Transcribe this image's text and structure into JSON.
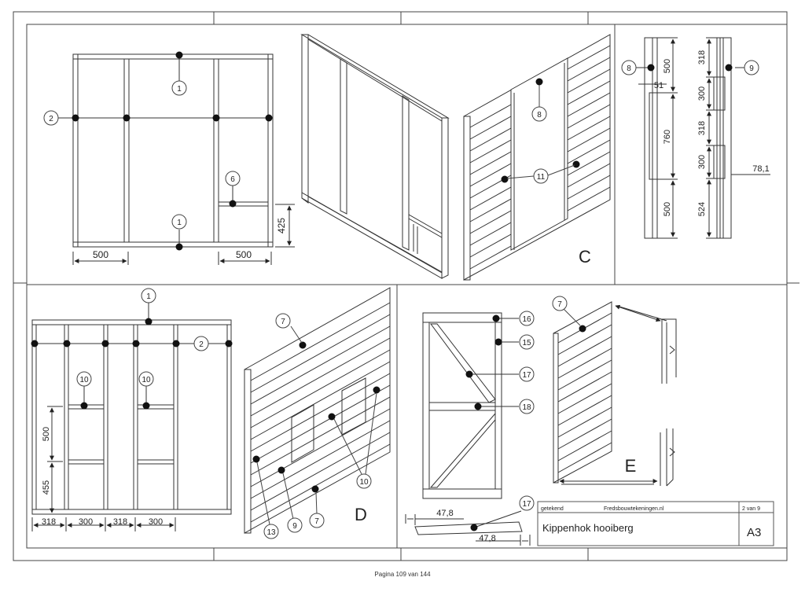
{
  "page_footer": "Pagina 109 van 144",
  "title_block": {
    "drawn_label": "getekend",
    "website": "Fredsbouwtekeningen.nl",
    "sheet": "2 van 9",
    "title": "Kippenhok hooiberg",
    "format": "A3"
  },
  "section_letters": {
    "c": "C",
    "d": "D",
    "e": "E"
  },
  "frame_top": {
    "dim_bottom_left": "500",
    "dim_bottom_right": "500",
    "dim_right": "425",
    "callouts": [
      "1",
      "2",
      "6",
      "1"
    ]
  },
  "panel_c": {
    "callouts": [
      "8",
      "11"
    ]
  },
  "profiles": {
    "left_dims": [
      "500",
      "51",
      "760",
      "500"
    ],
    "right_dims": [
      "318",
      "300",
      "318",
      "300",
      "524",
      "78,1"
    ],
    "callouts": [
      "8",
      "9"
    ]
  },
  "frame_bottom": {
    "dims_bottom": [
      "318",
      "300",
      "318",
      "300"
    ],
    "dims_left": [
      "500",
      "455"
    ],
    "callouts": [
      "1",
      "2",
      "10",
      "10"
    ]
  },
  "panel_d": {
    "callouts": [
      "7",
      "10",
      "13",
      "9",
      "7"
    ]
  },
  "door": {
    "callouts": [
      "16",
      "15",
      "17",
      "18"
    ],
    "strip_dims": [
      "47,8",
      "47,8"
    ],
    "strip_callout": "17"
  },
  "panel_e": {
    "callouts": [
      "7"
    ]
  }
}
